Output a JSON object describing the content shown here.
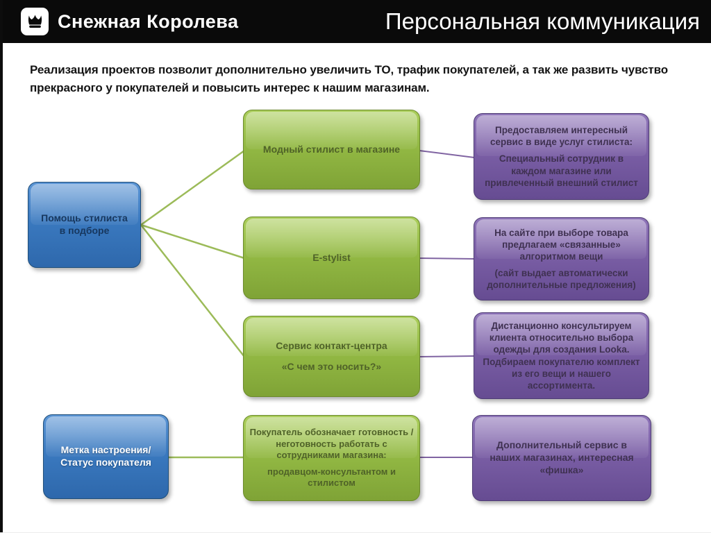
{
  "slide": {
    "logo": {
      "icon": "crown-icon",
      "brand": "Снежная Королева"
    },
    "title": "Персональная коммуникация"
  },
  "intro": "Реализация проектов позволит дополнительно увеличить ТО, трафик покупателей, а так же развить чувство прекрасного у покупателей и повысить интерес к нашим магазинам.",
  "diagram": {
    "left": [
      {
        "text": "Помощь стилиста в подборе"
      },
      {
        "text": "Метка настроения/Статус покупателя"
      }
    ],
    "middle": [
      {
        "lines": [
          "Модный стилист в магазине"
        ]
      },
      {
        "lines": [
          "E-stylist"
        ]
      },
      {
        "lines": [
          "Сервис контакт-центра",
          "«С чем это носить?»"
        ]
      },
      {
        "lines": [
          "Покупатель обозначает готовность /неготовность работать с сотрудниками  магазина:",
          "продавцом-консультантом и стилистом"
        ]
      }
    ],
    "right": [
      {
        "lines": [
          "Предоставляем  интересный сервис в виде услуг стилиста:",
          "Специальный сотрудник в каждом магазине или привлеченный внешний стилист"
        ]
      },
      {
        "lines": [
          "На сайте при выборе товара предлагаем «связанные» алгоритмом вещи",
          "(сайт выдает автоматически дополнительные предложения)"
        ]
      },
      {
        "lines": [
          "Дистанционно  консультируем клиента относительно выбора одежды для создания Looka. Подбираем покупателю комплект из его вещи и нашего ассортимента."
        ]
      },
      {
        "lines": [
          "Дополнительный сервис в наших магазинах, интересная «фишка»"
        ]
      }
    ]
  },
  "colors": {
    "header_bg": "#0A0A0A",
    "node_blue": "#3A79BF",
    "node_green": "#93B944",
    "node_purple": "#7A5EA5",
    "connector_green": "#9CBB59",
    "connector_purple": "#8064A2",
    "text_on_blue_primary": "#17375E",
    "text_on_blue_secondary": "#FFFFFF",
    "text_on_green": "#4F6228",
    "text_on_purple": "#3F3151"
  }
}
